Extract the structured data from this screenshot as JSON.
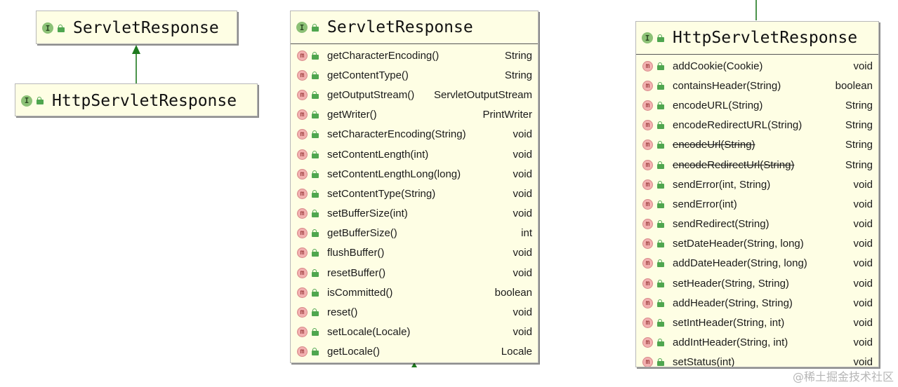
{
  "small_diagram": {
    "parent_title": "ServletResponse",
    "child_title": "HttpServletResponse"
  },
  "servlet_response": {
    "title": "ServletResponse",
    "methods": [
      {
        "name": "getCharacterEncoding()",
        "type": "String"
      },
      {
        "name": "getContentType()",
        "type": "String"
      },
      {
        "name": "getOutputStream()",
        "type": "ServletOutputStream"
      },
      {
        "name": "getWriter()",
        "type": "PrintWriter"
      },
      {
        "name": "setCharacterEncoding(String)",
        "type": "void"
      },
      {
        "name": "setContentLength(int)",
        "type": "void"
      },
      {
        "name": "setContentLengthLong(long)",
        "type": "void"
      },
      {
        "name": "setContentType(String)",
        "type": "void"
      },
      {
        "name": "setBufferSize(int)",
        "type": "void"
      },
      {
        "name": "getBufferSize()",
        "type": "int"
      },
      {
        "name": "flushBuffer()",
        "type": "void"
      },
      {
        "name": "resetBuffer()",
        "type": "void"
      },
      {
        "name": "isCommitted()",
        "type": "boolean"
      },
      {
        "name": "reset()",
        "type": "void"
      },
      {
        "name": "setLocale(Locale)",
        "type": "void"
      },
      {
        "name": "getLocale()",
        "type": "Locale"
      }
    ]
  },
  "http_servlet_response": {
    "title": "HttpServletResponse",
    "methods": [
      {
        "name": "addCookie(Cookie)",
        "type": "void"
      },
      {
        "name": "containsHeader(String)",
        "type": "boolean"
      },
      {
        "name": "encodeURL(String)",
        "type": "String"
      },
      {
        "name": "encodeRedirectURL(String)",
        "type": "String"
      },
      {
        "name": "encodeUrl(String)",
        "type": "String",
        "deprecated": true
      },
      {
        "name": "encodeRedirectUrl(String)",
        "type": "String",
        "deprecated": true
      },
      {
        "name": "sendError(int, String)",
        "type": "void"
      },
      {
        "name": "sendError(int)",
        "type": "void"
      },
      {
        "name": "sendRedirect(String)",
        "type": "void"
      },
      {
        "name": "setDateHeader(String, long)",
        "type": "void"
      },
      {
        "name": "addDateHeader(String, long)",
        "type": "void"
      },
      {
        "name": "setHeader(String, String)",
        "type": "void"
      },
      {
        "name": "addHeader(String, String)",
        "type": "void"
      },
      {
        "name": "setIntHeader(String, int)",
        "type": "void"
      },
      {
        "name": "addIntHeader(String, int)",
        "type": "void"
      },
      {
        "name": "setStatus(int)",
        "type": "void"
      }
    ]
  },
  "icons": {
    "interface_letter": "I",
    "method_letter": "m"
  },
  "colors": {
    "box_fill": "#fefee4",
    "arrow": "#1f7a1f",
    "interface_icon": "#8cc176",
    "method_icon": "#f2b0b0",
    "public_icon": "#4fa64f"
  },
  "watermark": "@稀土掘金技术社区"
}
